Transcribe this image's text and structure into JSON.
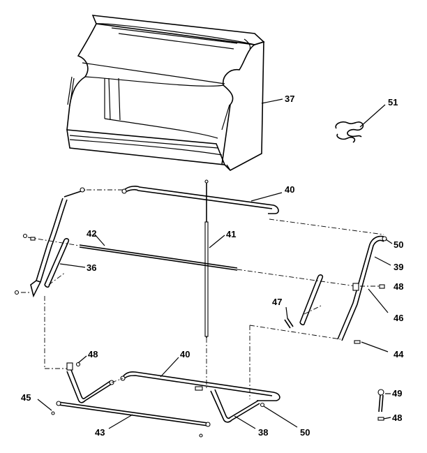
{
  "labels": {
    "p37": "37",
    "p51": "51",
    "p40_top": "40",
    "p41": "41",
    "p42": "42",
    "p50_right": "50",
    "p36": "36",
    "p39": "39",
    "p48_right": "48",
    "p47": "47",
    "p46": "46",
    "p44": "44",
    "p48_left": "48",
    "p40_bottom": "40",
    "p45": "45",
    "p49": "49",
    "p48_bottom": "48",
    "p43": "43",
    "p38": "38",
    "p50_bottom": "50"
  }
}
